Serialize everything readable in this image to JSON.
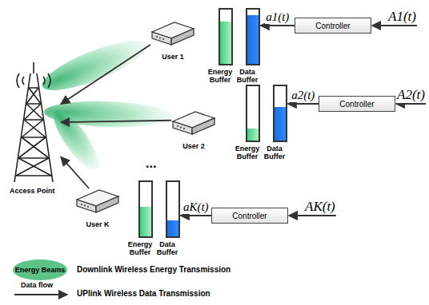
{
  "diagram": {
    "nodes": [
      {
        "text": [
          "Access Point"
        ]
      },
      {
        "text": [
          "User 1"
        ]
      },
      {
        "text": [
          "Energy Buffer"
        ]
      },
      {
        "text": [
          "Data Buffer"
        ]
      },
      {
        "text": [
          "Controller"
        ]
      },
      {
        "text": [
          "User 2"
        ]
      },
      {
        "text": [
          "Energy Buffer"
        ]
      },
      {
        "text": [
          "Data Buffer"
        ]
      },
      {
        "text": [
          "Controller"
        ]
      },
      {
        "text": [
          "User K"
        ]
      },
      {
        "text": [
          "Energy Buffer"
        ]
      },
      {
        "text": [
          "Data Buffer"
        ]
      },
      {
        "text": [
          "Controller"
        ]
      }
    ],
    "edges": [
      {
        "from": 4,
        "to": 3,
        "arrow": "to",
        "label": "a1(t)"
      },
      {
        "from": 8,
        "to": 7,
        "arrow": "to",
        "label": "a2(t)"
      },
      {
        "from": 12,
        "to": 11,
        "arrow": "to",
        "label": "aK(t)"
      },
      {
        "from": 1,
        "to": 0,
        "arrow": "to"
      },
      {
        "from": 5,
        "to": 0,
        "arrow": "to"
      },
      {
        "from": 9,
        "to": 0,
        "arrow": "to"
      }
    ],
    "labels": [
      "A1(t)",
      "A2(t)",
      "AK(t)",
      "...",
      "Energy Beams",
      "Data flow"
    ],
    "legend": [
      {
        "text": "Downlink Wireless Energy Transmission",
        "color": "#5cc487"
      },
      {
        "text": "UPlink Wireless Data Transmission"
      }
    ]
  }
}
